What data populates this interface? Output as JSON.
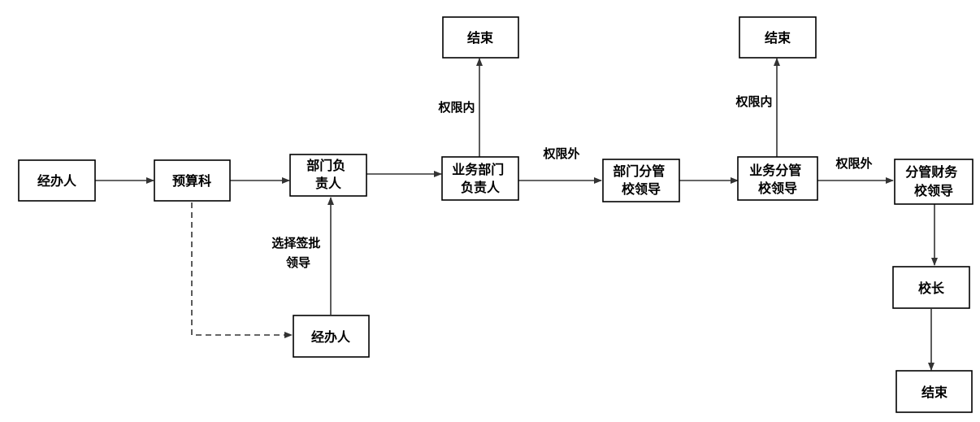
{
  "nodes": {
    "n1": {
      "lines": [
        "经办人"
      ]
    },
    "n2": {
      "lines": [
        "预算科"
      ]
    },
    "n3": {
      "lines": [
        "部门负",
        "责人"
      ]
    },
    "n4": {
      "lines": [
        "业务部门",
        "负责人"
      ]
    },
    "n5": {
      "lines": [
        "部门分管",
        "校领导"
      ]
    },
    "n6": {
      "lines": [
        "业务分管",
        "校领导"
      ]
    },
    "n7": {
      "lines": [
        "分管财务",
        "校领导"
      ]
    },
    "n8": {
      "lines": [
        "结束"
      ]
    },
    "n9": {
      "lines": [
        "结束"
      ]
    },
    "n10": {
      "lines": [
        "经办人"
      ]
    },
    "n11": {
      "lines": [
        "校长"
      ]
    },
    "n12": {
      "lines": [
        "结束"
      ]
    }
  },
  "edges": [
    {
      "from": "n1",
      "to": "n2",
      "style": "solid",
      "label": []
    },
    {
      "from": "n2",
      "to": "n3",
      "style": "solid",
      "label": []
    },
    {
      "from": "n3",
      "to": "n4",
      "style": "solid",
      "label": []
    },
    {
      "from": "n4",
      "to": "n8",
      "style": "solid",
      "label": [
        "权限内"
      ]
    },
    {
      "from": "n4",
      "to": "n5",
      "style": "solid",
      "label": [
        "权限外"
      ]
    },
    {
      "from": "n5",
      "to": "n6",
      "style": "solid",
      "label": []
    },
    {
      "from": "n6",
      "to": "n9",
      "style": "solid",
      "label": [
        "权限内"
      ]
    },
    {
      "from": "n6",
      "to": "n7",
      "style": "solid",
      "label": [
        "权限外"
      ]
    },
    {
      "from": "n2",
      "to": "n10",
      "style": "dashed",
      "label": []
    },
    {
      "from": "n10",
      "to": "n3",
      "style": "solid",
      "label": [
        "选择签批",
        "领导"
      ]
    },
    {
      "from": "n7",
      "to": "n11",
      "style": "solid",
      "label": []
    },
    {
      "from": "n11",
      "to": "n12",
      "style": "solid",
      "label": []
    }
  ]
}
